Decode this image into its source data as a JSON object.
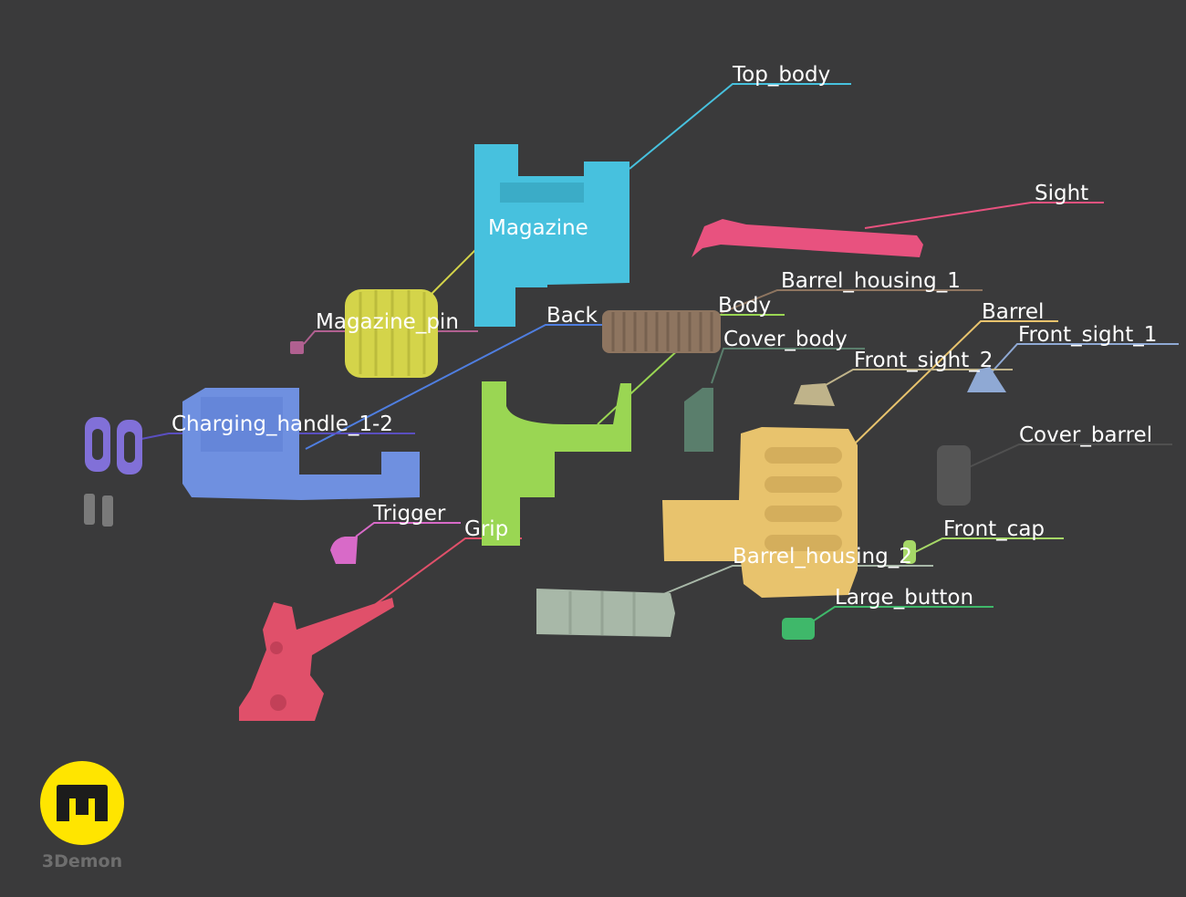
{
  "brand": {
    "name": "3Demon",
    "logo_icon": "3demon-logo-icon",
    "logo_color": "#ffe500"
  },
  "parts": [
    {
      "id": "top-body",
      "label": "Top_body",
      "color": "#47c1de"
    },
    {
      "id": "sight",
      "label": "Sight",
      "color": "#e8527f"
    },
    {
      "id": "magazine",
      "label": "Magazine",
      "color": "#d4d44a"
    },
    {
      "id": "barrel-housing-1",
      "label": "Barrel_housing_1",
      "color": "#8e7560"
    },
    {
      "id": "body",
      "label": "Body",
      "color": "#9ad653"
    },
    {
      "id": "back",
      "label": "Back",
      "color": "#4f7ee0"
    },
    {
      "id": "magazine-pin",
      "label": "Magazine_pin",
      "color": "#b06090"
    },
    {
      "id": "barrel",
      "label": "Barrel",
      "color": "#e8c36d"
    },
    {
      "id": "front-sight-1",
      "label": "Front_sight_1",
      "color": "#8fa9d4"
    },
    {
      "id": "cover-body",
      "label": "Cover_body",
      "color": "#5a7e6c"
    },
    {
      "id": "front-sight-2",
      "label": "Front_sight_2",
      "color": "#bfb38a"
    },
    {
      "id": "charging-handle",
      "label": "Charging_handle_1-2",
      "color": "#5a4fc0"
    },
    {
      "id": "cover-barrel",
      "label": "Cover_barrel",
      "color": "#505050"
    },
    {
      "id": "trigger",
      "label": "Trigger",
      "color": "#d86ac8"
    },
    {
      "id": "grip",
      "label": "Grip",
      "color": "#e0506a"
    },
    {
      "id": "front-cap",
      "label": "Front_cap",
      "color": "#a6d867"
    },
    {
      "id": "barrel-housing-2",
      "label": "Barrel_housing_2",
      "color": "#a8b8a8"
    },
    {
      "id": "large-button",
      "label": "Large_button",
      "color": "#3fb86a"
    }
  ]
}
